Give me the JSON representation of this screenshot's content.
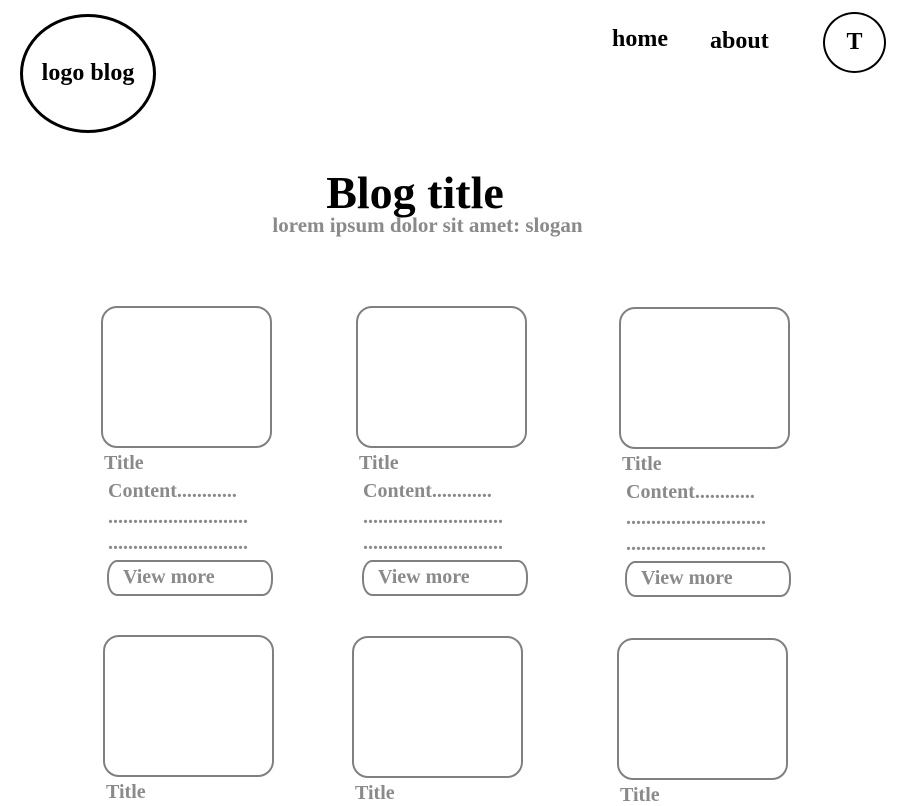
{
  "header": {
    "logo_text": "logo blog",
    "nav": [
      {
        "label": "home"
      },
      {
        "label": "about"
      }
    ],
    "avatar_initial": "T"
  },
  "hero": {
    "title": "Blog title",
    "slogan": "lorem ipsum dolor sit amet: slogan"
  },
  "posts": [
    {
      "title": "Title",
      "content": "Content............\n............................\n............................",
      "button": "View more"
    },
    {
      "title": "Title",
      "content": "Content............\n............................\n............................",
      "button": "View more"
    },
    {
      "title": "Title",
      "content": "Content............\n............................\n............................",
      "button": "View more"
    },
    {
      "title": "Title"
    },
    {
      "title": "Title"
    },
    {
      "title": "Title"
    }
  ],
  "colors": {
    "outline": "#000000",
    "card_border": "#808080",
    "muted_text": "#8a8a8a"
  }
}
